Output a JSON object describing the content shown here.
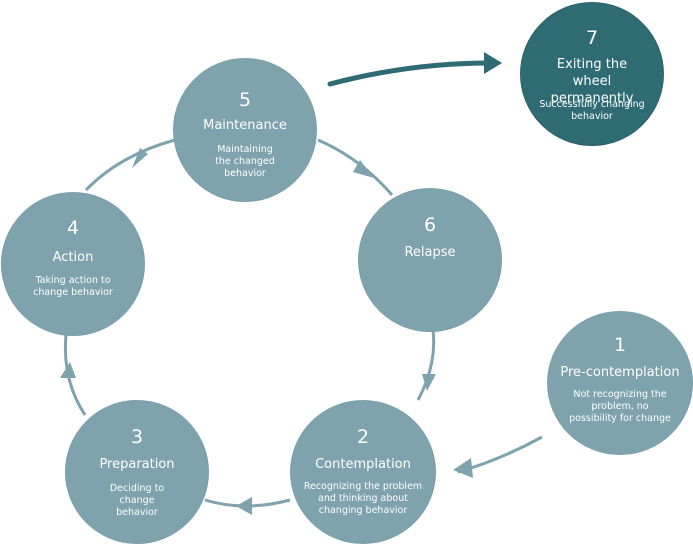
{
  "colors": {
    "stage_fill": "#7ea3ad",
    "stage_edge": "#7aa0aa",
    "exit_fill": "#2f6b73",
    "exit_edge": "#2b626a",
    "exit_arrow": "#2f6b73",
    "text": "#ffffff"
  },
  "stages": [
    {
      "id": "1",
      "number": "1",
      "title": "Pre-contemplation",
      "description": "Not recognizing the problem, no possibility for change"
    },
    {
      "id": "2",
      "number": "2",
      "title": "Contemplation",
      "description": "Recognizing the problem and thinking about changing behavior"
    },
    {
      "id": "3",
      "number": "3",
      "title": "Preparation",
      "description": "Deciding to change behavior"
    },
    {
      "id": "4",
      "number": "4",
      "title": "Action",
      "description": "Taking action to change behavior"
    },
    {
      "id": "5",
      "number": "5",
      "title": "Maintenance",
      "description": "Maintaining the changed behavior"
    },
    {
      "id": "6",
      "number": "6",
      "title": "Relapse",
      "description": ""
    },
    {
      "id": "7",
      "number": "7",
      "title": "Exiting the wheel permanently",
      "description": "Successfully changing behavior"
    }
  ],
  "arrows": [
    {
      "from": "1",
      "to": "2"
    },
    {
      "from": "2",
      "to": "3"
    },
    {
      "from": "3",
      "to": "4"
    },
    {
      "from": "4",
      "to": "5"
    },
    {
      "from": "5",
      "to": "6"
    },
    {
      "from": "6",
      "to": "2"
    },
    {
      "from": "5",
      "to": "7"
    }
  ]
}
